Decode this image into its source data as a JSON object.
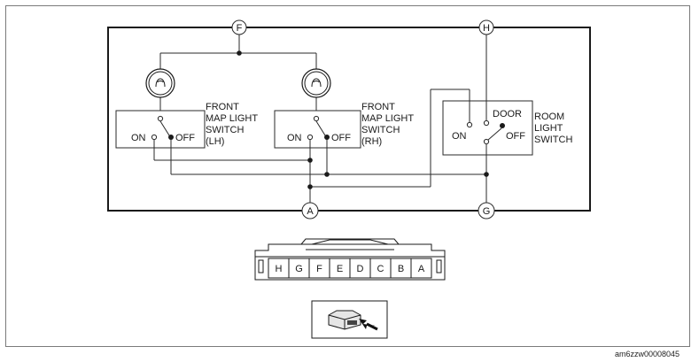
{
  "diagram": {
    "pins": {
      "F": "F",
      "H": "H",
      "A": "A",
      "G": "G"
    },
    "switches": {
      "front_lh": {
        "lines": [
          "FRONT",
          "MAP LIGHT",
          "SWITCH",
          "(LH)"
        ],
        "on": "ON",
        "off": "OFF"
      },
      "front_rh": {
        "lines": [
          "FRONT",
          "MAP LIGHT",
          "SWITCH",
          "(RH)"
        ],
        "on": "ON",
        "off": "OFF"
      },
      "room": {
        "lines": [
          "ROOM",
          "LIGHT",
          "SWITCH"
        ],
        "on": "ON",
        "off": "OFF",
        "door": "DOOR"
      }
    },
    "connector": {
      "cavities": [
        "H",
        "G",
        "F",
        "E",
        "D",
        "C",
        "B",
        "A"
      ]
    },
    "code": "am6zzw00008045"
  }
}
